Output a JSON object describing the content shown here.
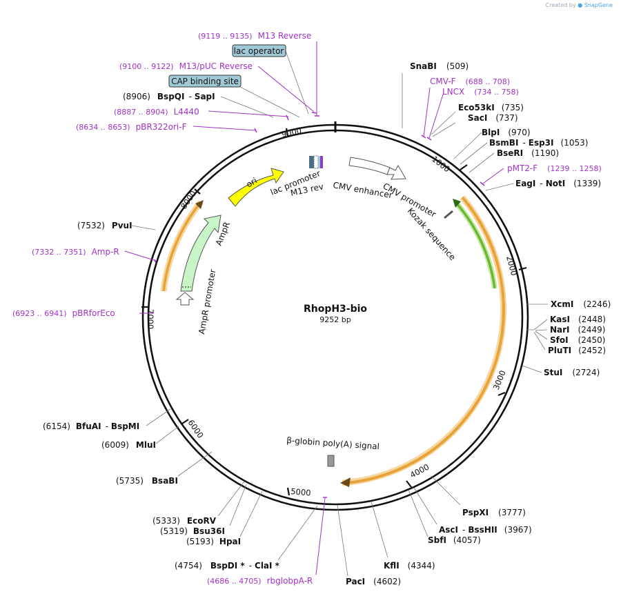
{
  "watermark": {
    "prefix": "Created by",
    "brand": "SnapGene"
  },
  "plasmid": {
    "name": "RhopH3-bio",
    "size": "9252 bp"
  },
  "ticks": [
    "1000",
    "2000",
    "3000",
    "4000",
    "5000",
    "6000",
    "7000",
    "8000",
    "9000"
  ],
  "features": {
    "lac_promoter": "lac promoter",
    "m13_rev": "M13 rev",
    "cmv_enhancer": "CMV enhancer",
    "cmv_promoter": "CMV promoter",
    "kozak": "Kozak sequence",
    "ori": "ori",
    "ampr": "AmpR",
    "ampr_promoter": "AmpR promoter",
    "globin_polya": "β-globin poly(A) signal"
  },
  "boxed": {
    "lac_operator": "lac operator",
    "cap_site": "CAP binding site"
  },
  "sites": [
    {
      "name": "SnaBI",
      "pos": "(509)"
    },
    {
      "name": "Eco53kI",
      "pos": "(735)"
    },
    {
      "name": "SacI",
      "pos": "(737)"
    },
    {
      "name": "BlpI",
      "pos": "(970)"
    },
    {
      "name": "BsmBI",
      "sep": "-",
      "name2": "Esp3I",
      "pos": "(1053)"
    },
    {
      "name": "BseRI",
      "pos": "(1190)"
    },
    {
      "name": "EagI",
      "sep": "-",
      "name2": "NotI",
      "pos": "(1339)"
    },
    {
      "name": "XcmI",
      "pos": "(2246)"
    },
    {
      "name": "KasI",
      "pos": "(2448)"
    },
    {
      "name": "NarI",
      "pos": "(2449)"
    },
    {
      "name": "SfoI",
      "pos": "(2450)"
    },
    {
      "name": "PluTI",
      "pos": "(2452)"
    },
    {
      "name": "StuI",
      "pos": "(2724)"
    },
    {
      "name": "PspXI",
      "pos": "(3777)"
    },
    {
      "name": "AscI",
      "sep": "-",
      "name2": "BssHII",
      "pos": "(3967)"
    },
    {
      "name": "SbfI",
      "pos": "(4057)"
    },
    {
      "name": "KflI",
      "pos": "(4344)"
    },
    {
      "name": "PacI",
      "pos": "(4602)"
    },
    {
      "name": "BspDI *",
      "sep": "-",
      "name2": "ClaI *",
      "pos": "(4754)"
    },
    {
      "name": "HpaI",
      "pos": "(5193)"
    },
    {
      "name": "Bsu36I",
      "pos": "(5319)"
    },
    {
      "name": "EcoRV",
      "pos": "(5333)"
    },
    {
      "name": "BsaBI",
      "pos": "(5735)"
    },
    {
      "name": "MluI",
      "pos": "(6009)"
    },
    {
      "name": "BfuAI",
      "sep": "-",
      "name2": "BspMI",
      "pos": "(6154)"
    },
    {
      "name": "PvuI",
      "pos": "(7532)"
    },
    {
      "name": "BspQI",
      "sep": "-",
      "name2": "SapI",
      "pos": "(8906)"
    }
  ],
  "primers": [
    {
      "name": "M13 Reverse",
      "range": "(9119 .. 9135)"
    },
    {
      "name": "M13/pUC Reverse",
      "range": "(9100 .. 9122)"
    },
    {
      "name": "L4440",
      "range": "(8887 .. 8904)"
    },
    {
      "name": "pBR322ori-F",
      "range": "(8634 .. 8653)"
    },
    {
      "name": "CMV-F",
      "range": "(688 .. 708)"
    },
    {
      "name": "LNCX",
      "range": "(734 .. 758)"
    },
    {
      "name": "pMT2-F",
      "range": "(1239 .. 1258)"
    },
    {
      "name": "Amp-R",
      "range": "(7332 .. 7351)"
    },
    {
      "name": "pBRforEco",
      "range": "(6923 .. 6941)"
    },
    {
      "name": "rbglobpA-R",
      "range": "(4686 .. 4705)"
    }
  ],
  "colors": {
    "primer": "#a032c8",
    "orange_feature": "#f5a623",
    "green_feature": "#78c83c",
    "ori": "#ffff00",
    "ampr": "#c8f5c8",
    "box_fill": "#9fc9d4"
  }
}
